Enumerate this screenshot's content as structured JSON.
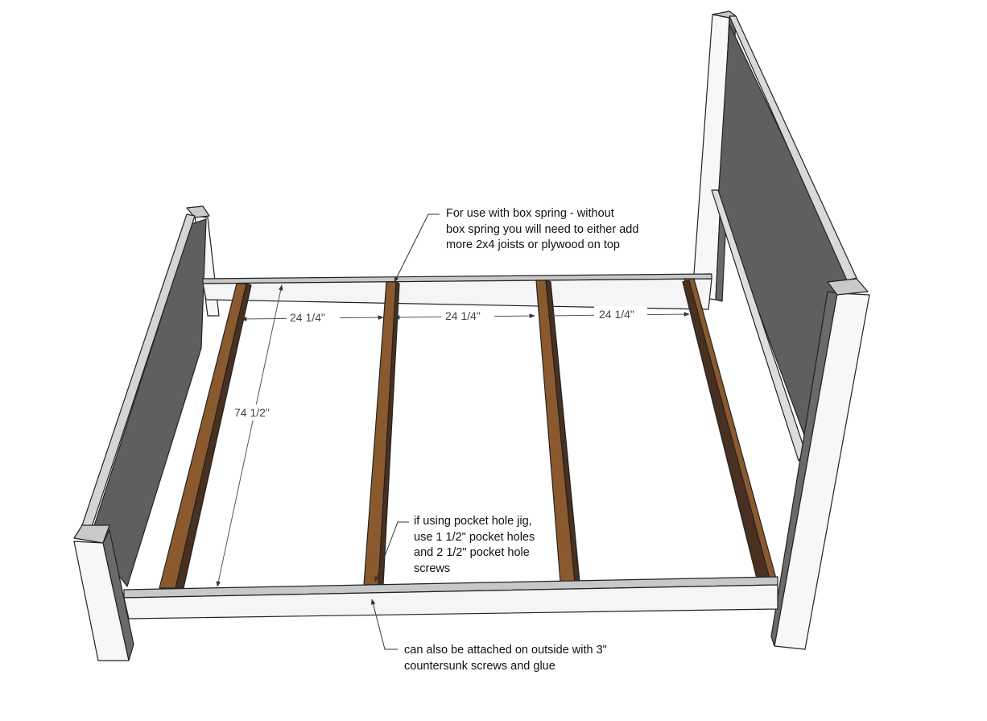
{
  "notes": {
    "box_spring": [
      "For use with box spring - without",
      "box spring you will need to either add",
      "more 2x4 joists or plywood on top"
    ],
    "pocket_hole": [
      "if using pocket hole jig,",
      "use 1 1/2\" pocket holes",
      "and 2 1/2\" pocket hole",
      "screws"
    ],
    "outside_attach": [
      "can also be attached on outside with 3\"",
      "countersunk screws and glue"
    ]
  },
  "dimensions": {
    "spacing_1": "24 1/4\"",
    "spacing_2": "24 1/4\"",
    "spacing_3": "24 1/4\"",
    "length": "74 1/2\""
  },
  "colors": {
    "panel": "#5f5f5f",
    "post_front": "#f7f7f7",
    "post_side": "#6a6a6a",
    "post_top": "#c9c9c9",
    "rail_top": "#c8c8c8",
    "rail_face": "#f5f5f5",
    "joist_top": "#8a5a2e",
    "joist_side": "#4a3020",
    "outline": "#222222",
    "dim_line": "#555555"
  }
}
